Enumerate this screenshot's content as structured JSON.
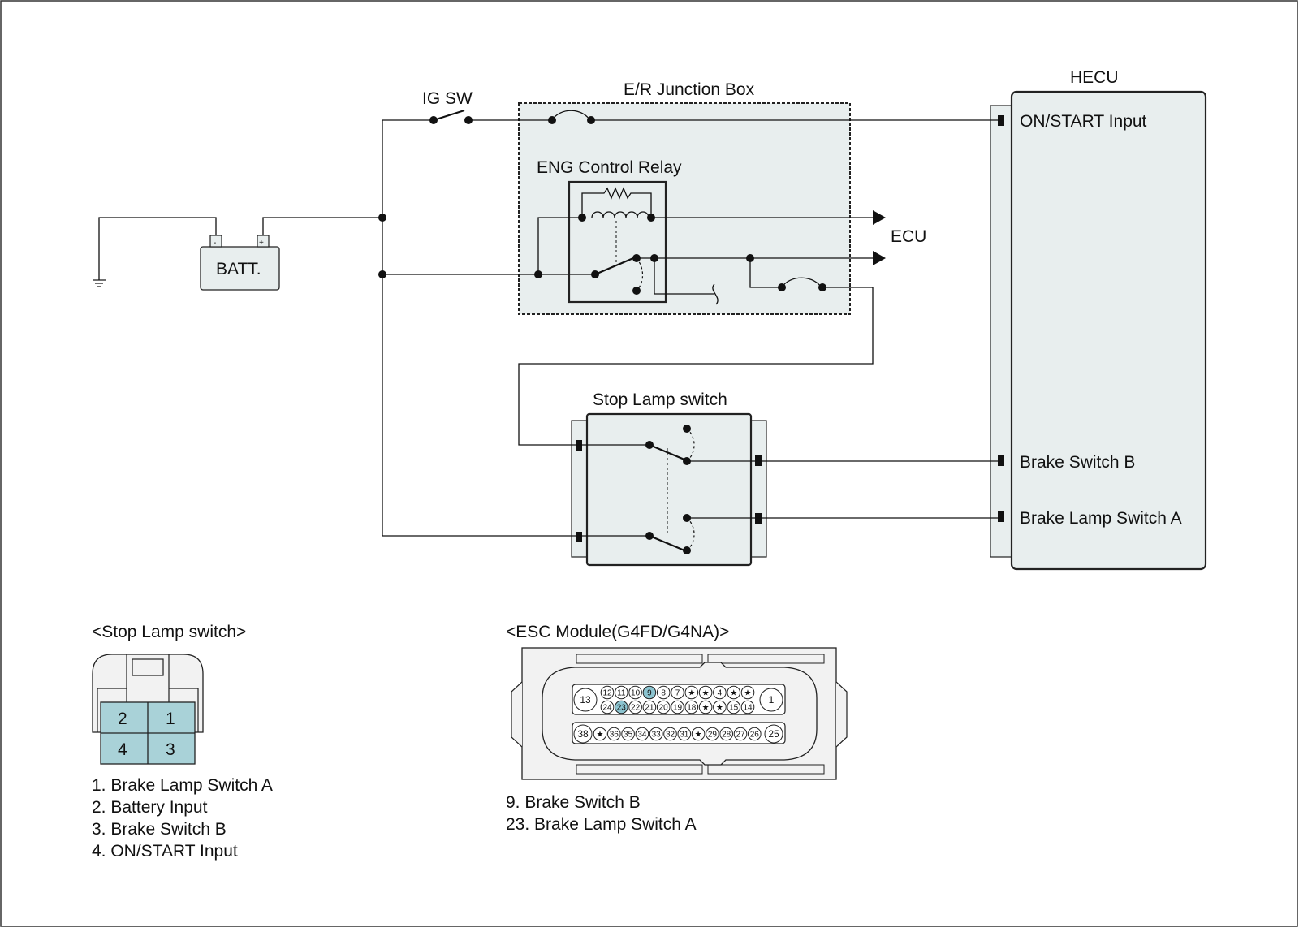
{
  "diagram": {
    "batt_label": "BATT.",
    "batt_neg": "-",
    "batt_pos": "+",
    "ig_sw_label": "IG SW",
    "junction_box_label": "E/R Junction Box",
    "relay_label": "ENG Control Relay",
    "ecu_label": "ECU",
    "hecu_label": "HECU",
    "hecu_pins": {
      "on_start": "ON/START Input",
      "brake_switch_b": "Brake Switch B",
      "brake_lamp_switch_a": "Brake Lamp Switch A"
    },
    "stop_lamp_switch_label": "Stop Lamp switch"
  },
  "stop_lamp_connector": {
    "title": "<Stop Lamp switch>",
    "pins": [
      "2",
      "1",
      "4",
      "3"
    ],
    "fill_color": "#a9d2d8",
    "legend": [
      "1. Brake Lamp Switch A",
      "2. Battery Input",
      "3. Brake Switch B",
      "4. ON/START Input"
    ]
  },
  "esc_connector": {
    "title": "<ESC Module(G4FD/G4NA)>",
    "big_pins": [
      "13",
      "1",
      "38",
      "25"
    ],
    "row1": [
      "12",
      "11",
      "10",
      "9",
      "8",
      "7",
      "★",
      "★",
      "4",
      "★",
      "★"
    ],
    "row2": [
      "24",
      "23",
      "22",
      "21",
      "20",
      "19",
      "18",
      "★",
      "★",
      "15",
      "14"
    ],
    "row3": [
      "★",
      "36",
      "35",
      "34",
      "33",
      "32",
      "31",
      "★",
      "29",
      "28",
      "27",
      "26"
    ],
    "highlight_color": "#8cc4d0",
    "legend": [
      "9. Brake Switch B",
      "23. Brake Lamp Switch A"
    ]
  }
}
